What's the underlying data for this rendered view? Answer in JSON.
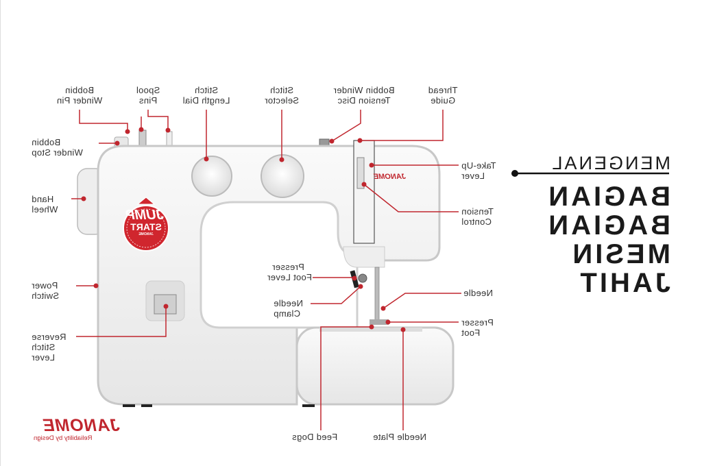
{
  "title": {
    "line1": "MENGENAL",
    "line2": "BAGIAN",
    "line3": "BAGIAN",
    "line4": "MESIN JAHIT"
  },
  "labels": {
    "bobbin_winder_pin": [
      "Bobbin",
      "Winder Pin"
    ],
    "spool_pins": [
      "Spool",
      "Pins"
    ],
    "stitch_length_dial": [
      "Stitch",
      "Length Dial"
    ],
    "stitch_selector": [
      "Stitch",
      "Selector"
    ],
    "bobbin_winder_tension_disc": [
      "Bobbin Winder",
      "Tension Disc"
    ],
    "thread_guide": [
      "Thread",
      "Guide"
    ],
    "bobbin_winder_stop": [
      "Bobbin",
      "Winder Stop"
    ],
    "hand_wheel": [
      "Hand",
      "Wheel"
    ],
    "power_switch": [
      "Power",
      "Switch"
    ],
    "reverse_stitch_lever": [
      "Reverse",
      "Stitch",
      "Lever"
    ],
    "take_up_lever": [
      "Take-Up",
      "Lever"
    ],
    "tension_control": [
      "Tension",
      "Control"
    ],
    "presser_foot_lever": [
      "Presser",
      "Foot Lever"
    ],
    "needle_clamp": [
      "Needle",
      "Clamp"
    ],
    "needle": [
      "Needle"
    ],
    "presser_foot": [
      "Presser",
      "Foot"
    ],
    "feed_dogs": [
      "Feed Dogs"
    ],
    "needle_plate": [
      "Needle Plate"
    ]
  },
  "logo": {
    "brand": "JANOME",
    "tagline": "Reliability by Design"
  },
  "machine_logo": "JANOME",
  "badge": {
    "line1": "JUMP",
    "line2": "START",
    "line3": "JANOME"
  },
  "colors": {
    "accent": "#c0262e",
    "text": "#333333",
    "body": "#f2f2f2"
  }
}
